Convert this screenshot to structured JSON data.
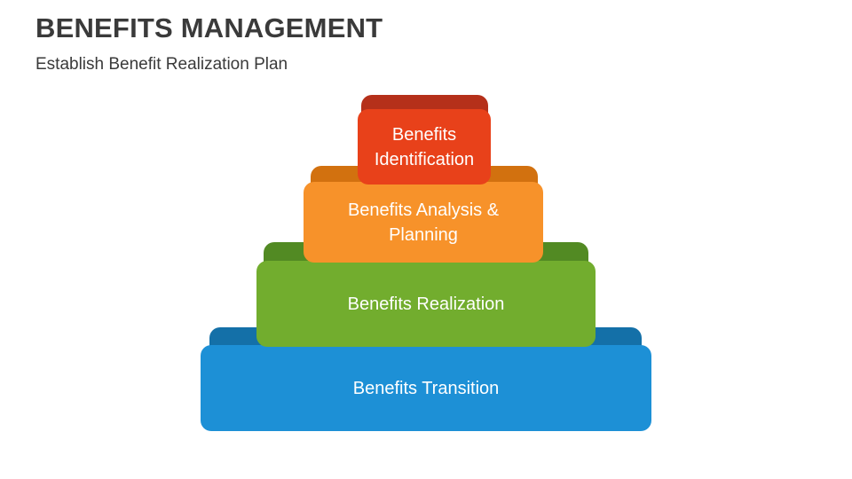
{
  "header": {
    "title": "BENEFITS MANAGEMENT",
    "subtitle": "Establish Benefit Realization Plan"
  },
  "pyramid": {
    "tiers": [
      {
        "label": "Benefits Identification",
        "front_color": "#E8411A",
        "back_color": "#B5301A"
      },
      {
        "label": "Benefits Analysis & Planning",
        "front_color": "#F7922A",
        "back_color": "#D2710F"
      },
      {
        "label": "Benefits Realization",
        "front_color": "#72AD2E",
        "back_color": "#528A23"
      },
      {
        "label": "Benefits Transition",
        "front_color": "#1D90D6",
        "back_color": "#1470A8"
      }
    ]
  }
}
